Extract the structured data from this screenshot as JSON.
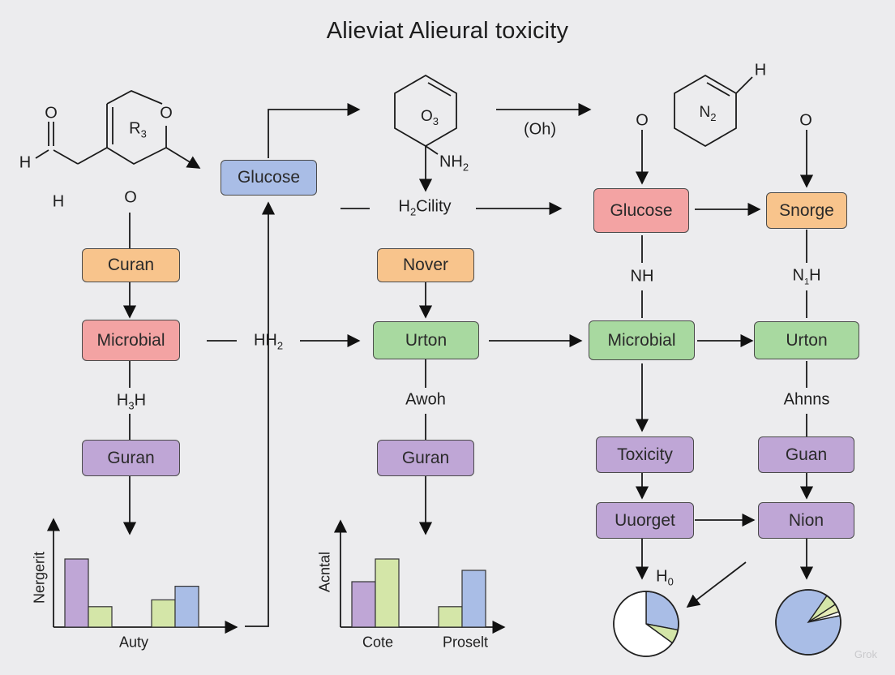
{
  "title": "Alieviat Alieural toxicity",
  "molecules": {
    "m1_ring_label": "R",
    "m1_ring_sub": "3",
    "m1_o_ring": "O",
    "m1_o_top": "O",
    "m1_h_left": "H",
    "m2_ring_label": "O",
    "m2_ring_sub": "3",
    "m2_nh2": "NH",
    "m2_nh2_sub": "2",
    "m3_ring_label": "N",
    "m3_ring_sub": "2",
    "m3_h": "H"
  },
  "labels": {
    "h_left": "H",
    "o_left": "O",
    "h2cility_pre": "H",
    "h2cility_sub": "2",
    "h2cility_post": "Cility",
    "oh": "(Oh)",
    "o_col3": "O",
    "o_col4": "O",
    "hh2_pre": "HH",
    "hh2_sub": "2",
    "h3h_pre": "H",
    "h3h_sub": "3",
    "h3h_post": "H",
    "awoh": "Awoh",
    "nh_col3": "NH",
    "n1h_pre": "N",
    "n1h_sub": "1",
    "n1h_post": "H",
    "ahnns": "Ahnns",
    "h0_pre": "H",
    "h0_sub": "0"
  },
  "nodes": {
    "glucose_top": "Glucose",
    "curan": "Curan",
    "microbial_left": "Microbial",
    "guran_left": "Guran",
    "nover": "Nover",
    "urton_mid": "Urton",
    "guran_mid": "Guran",
    "glucose_right": "Glucose",
    "snorge": "Snorge",
    "microbial_right": "Microbial",
    "urton_right": "Urton",
    "toxicity": "Toxicity",
    "guan": "Guan",
    "uuorget": "Uuorget",
    "nion": "Nion"
  },
  "colors": {
    "blue": "#a9bde6",
    "red": "#f3a3a3",
    "orange": "#f8c48c",
    "green": "#a8d9a0",
    "purple": "#bfa6d6",
    "lime": "#d4e6a8"
  },
  "chart_data": [
    {
      "type": "bar",
      "xlabel": "Auty",
      "ylabel": "Nergerit",
      "categories": [
        "",
        ""
      ],
      "series": [
        {
          "color": "#bfa6d6",
          "values": [
            3,
            0
          ]
        },
        {
          "color": "#d4e6a8",
          "values": [
            0.9,
            1.2
          ]
        },
        {
          "color": "#a9bde6",
          "values": [
            0,
            1.8
          ]
        }
      ]
    },
    {
      "type": "bar",
      "xlabel": "",
      "ylabel": "Acntal",
      "categories": [
        "Cote",
        "Proselt"
      ],
      "series": [
        {
          "color": "#bfa6d6",
          "values": [
            2,
            0
          ]
        },
        {
          "color": "#d4e6a8",
          "values": [
            3,
            0.9
          ]
        },
        {
          "color": "#a9bde6",
          "values": [
            0,
            2.5
          ]
        }
      ]
    },
    {
      "type": "pie",
      "slices": [
        {
          "color": "#a9bde6",
          "value": 0.28
        },
        {
          "color": "#d4e6a8",
          "value": 0.07
        },
        {
          "color": "#ffffff",
          "value": 0.65
        }
      ]
    },
    {
      "type": "pie",
      "slices": [
        {
          "color": "#d4e6a8",
          "value": 0.06
        },
        {
          "color": "#e6ecb8",
          "value": 0.04
        },
        {
          "color": "#ffffff",
          "value": 0.02
        },
        {
          "color": "#a9bde6",
          "value": 0.88
        }
      ]
    }
  ],
  "watermark": "Grok"
}
